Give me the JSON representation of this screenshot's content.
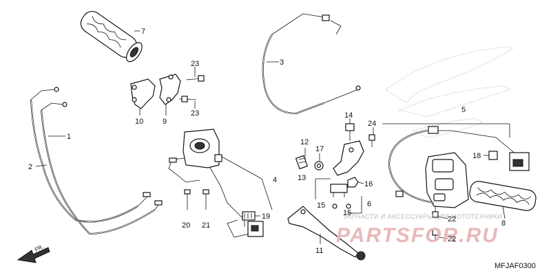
{
  "diagram_code": "MFJAF0300",
  "front_marker": "FR.",
  "watermark": {
    "caption": "ЗАПЧАСТИ И АКСЕССУАРЫ ДЛЯ МОТОТЕХНИКИ",
    "brand": "PARTSFOR.RU"
  },
  "labels": {
    "p1": "1",
    "p2": "2",
    "p3": "3",
    "p4": "4",
    "p5": "5",
    "p6": "6",
    "p7": "7",
    "p8": "8",
    "p9": "9",
    "p10": "10",
    "p11": "11",
    "p12": "12",
    "p13": "13",
    "p14": "14",
    "p15a": "15",
    "p15b": "15",
    "p16": "16",
    "p17": "17",
    "p18": "18",
    "p19": "19",
    "p20": "20",
    "p21": "21",
    "p22a": "22",
    "p22b": "22",
    "p23a": "23",
    "p23b": "23",
    "p24": "24"
  },
  "colors": {
    "line": "#111111",
    "watermark_brand": "#e8b9b9",
    "watermark_logo": "#cfcfcf"
  }
}
